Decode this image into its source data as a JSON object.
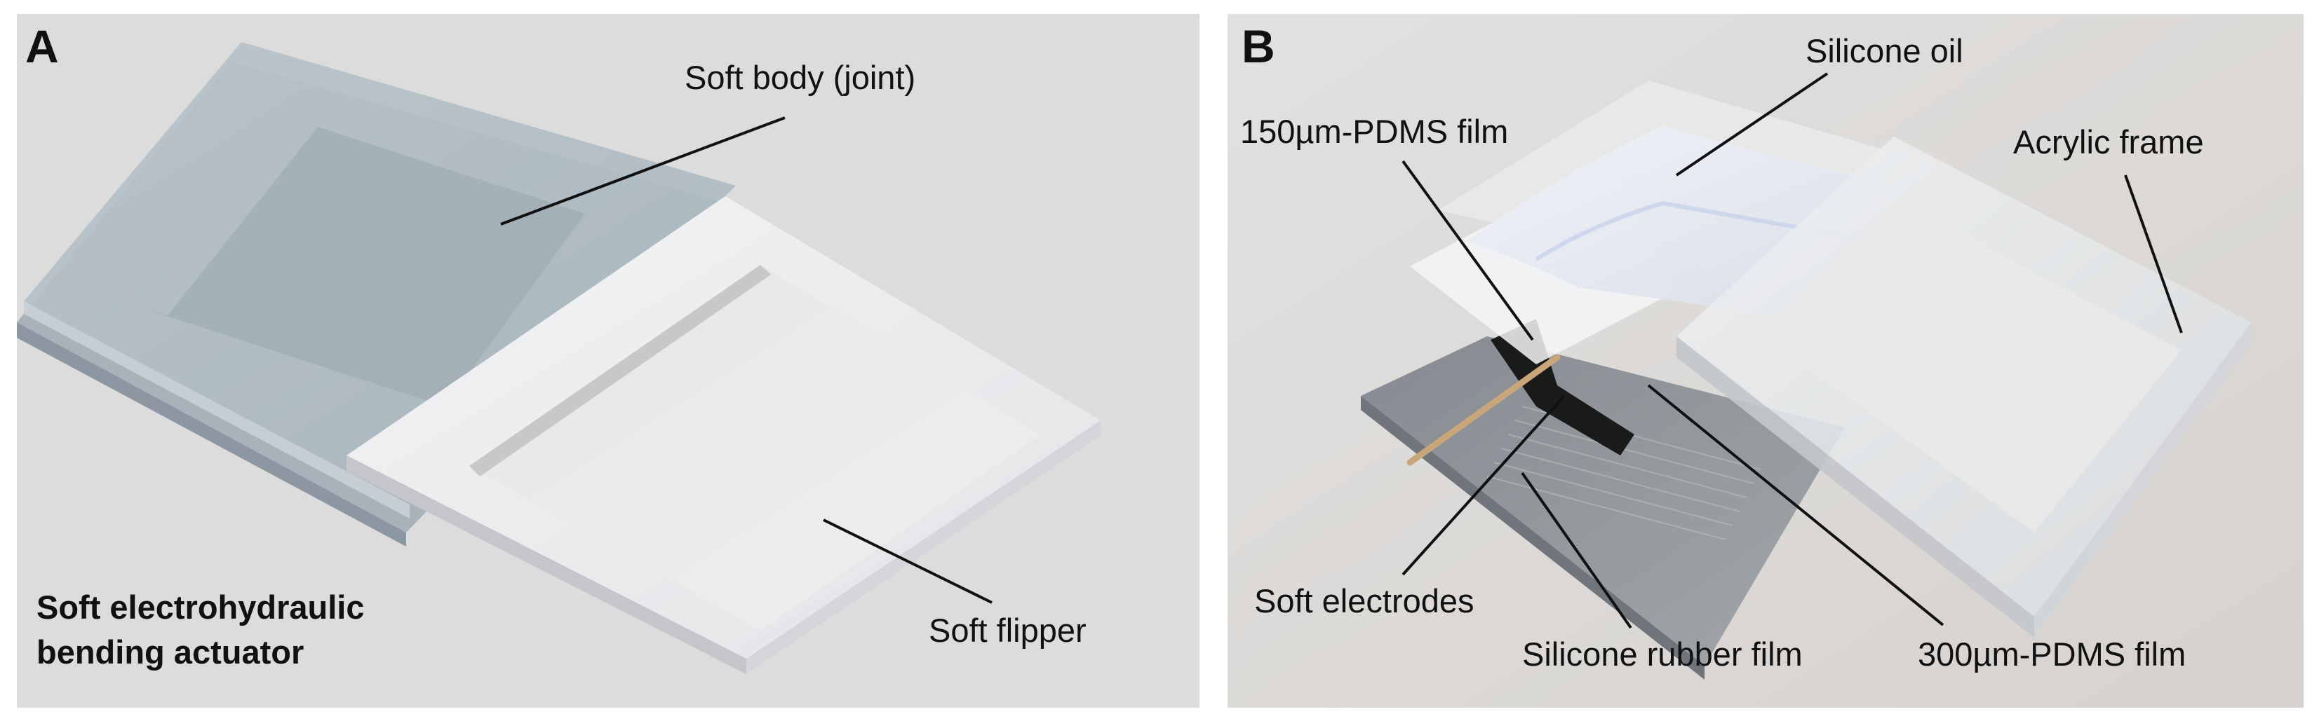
{
  "panel_a": {
    "letter": "A",
    "labels": {
      "soft_body": "Soft body (joint)",
      "soft_flipper": "Soft flipper"
    },
    "caption": {
      "line1": "Soft electrohydraulic",
      "line2": "bending actuator"
    }
  },
  "panel_b": {
    "letter": "B",
    "labels": {
      "silicone_oil": "Silicone oil",
      "pdms_150": "150µm-PDMS film",
      "acrylic_frame": "Acrylic frame",
      "soft_electrodes": "Soft electrodes",
      "silicone_rubber": "Silicone rubber film",
      "pdms_300": "300µm-PDMS film"
    }
  },
  "colors": {
    "panel_a_background": "#dcdcdc",
    "panel_b_background": "#dddbd9",
    "text": "#111111",
    "leader_line": "#111111"
  }
}
